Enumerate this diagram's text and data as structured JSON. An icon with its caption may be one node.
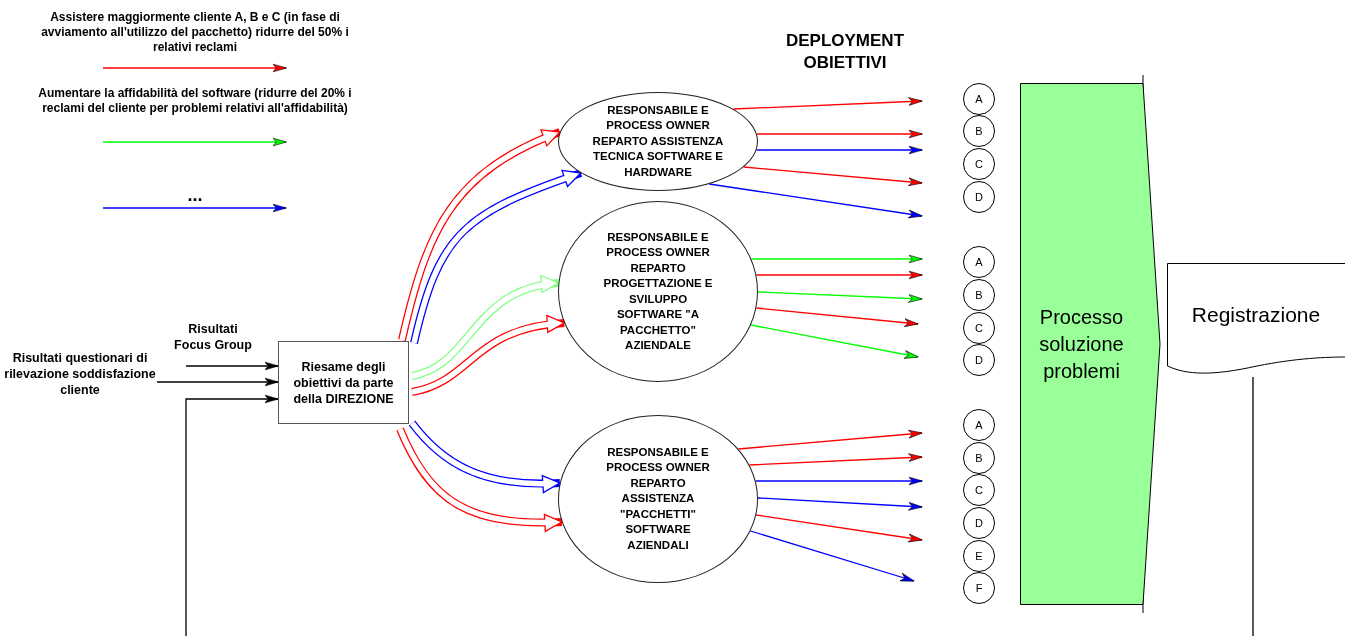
{
  "diagram": {
    "nodes": [
      {
        "text": [
          "Riesame degli obiettivi da parte della DIREZIONE"
        ]
      },
      {
        "text": [
          "RESPONSABILE E PROCESS OWNER REPARTO ASSISTENZA TECNICA SOFTWARE E HARDWARE"
        ]
      },
      {
        "text": [
          "RESPONSABILE E PROCESS OWNER REPARTO PROGETTAZIONE E SVILUPPO SOFTWARE \"A PACCHETTO\" AZIENDALE"
        ]
      },
      {
        "text": [
          "RESPONSABILE E PROCESS OWNER REPARTO ASSISTENZA \"PACCHETTI\" SOFTWARE AZIENDALI"
        ]
      },
      {
        "text": [
          "A"
        ]
      },
      {
        "text": [
          "B"
        ]
      },
      {
        "text": [
          "C"
        ]
      },
      {
        "text": [
          "D"
        ]
      },
      {
        "text": [
          "A"
        ]
      },
      {
        "text": [
          "B"
        ]
      },
      {
        "text": [
          "C"
        ]
      },
      {
        "text": [
          "D"
        ]
      },
      {
        "text": [
          "A"
        ]
      },
      {
        "text": [
          "B"
        ]
      },
      {
        "text": [
          "C"
        ]
      },
      {
        "text": [
          "D"
        ]
      },
      {
        "text": [
          "E"
        ]
      },
      {
        "text": [
          "F"
        ]
      },
      {
        "text": [
          "Processo soluzione problemi"
        ]
      },
      {
        "text": [
          "Registrazione"
        ]
      },
      {
        "text": [
          "Risultati Focus Group"
        ]
      },
      {
        "text": [
          "Risultati questionari di rilevazione soddisfazione cliente"
        ]
      }
    ],
    "edges": [
      {
        "from": 20,
        "to": 0,
        "arrow": "to",
        "color": "#000000"
      },
      {
        "from": 21,
        "to": 0,
        "arrow": "to",
        "color": "#000000"
      },
      {
        "from": null,
        "to": 0,
        "arrow": "to",
        "color": "#000000"
      },
      {
        "from": 0,
        "to": 1,
        "arrow": "to",
        "style": "thick",
        "color": "#ff0000"
      },
      {
        "from": 0,
        "to": 1,
        "arrow": "to",
        "style": "thick",
        "color": "#0000ff"
      },
      {
        "from": 0,
        "to": 2,
        "arrow": "to",
        "style": "thick",
        "color": "#80ff80"
      },
      {
        "from": 0,
        "to": 2,
        "arrow": "to",
        "style": "thick",
        "color": "#ff0000"
      },
      {
        "from": 0,
        "to": 3,
        "arrow": "to",
        "style": "thick",
        "color": "#0000ff"
      },
      {
        "from": 0,
        "to": 3,
        "arrow": "to",
        "style": "thick",
        "color": "#ff0000"
      },
      {
        "from": 1,
        "to": null,
        "arrow": "to",
        "color": "#ff0000"
      },
      {
        "from": 1,
        "to": null,
        "arrow": "to",
        "color": "#ff0000"
      },
      {
        "from": 1,
        "to": null,
        "arrow": "to",
        "color": "#0000ff"
      },
      {
        "from": 1,
        "to": null,
        "arrow": "to",
        "color": "#ff0000"
      },
      {
        "from": 1,
        "to": null,
        "arrow": "to",
        "color": "#0000ff"
      },
      {
        "from": 2,
        "to": null,
        "arrow": "to",
        "color": "#00ff00"
      },
      {
        "from": 2,
        "to": null,
        "arrow": "to",
        "color": "#ff0000"
      },
      {
        "from": 2,
        "to": null,
        "arrow": "to",
        "color": "#00ff00"
      },
      {
        "from": 2,
        "to": null,
        "arrow": "to",
        "color": "#ff0000"
      },
      {
        "from": 2,
        "to": null,
        "arrow": "to",
        "color": "#00ff00"
      },
      {
        "from": 3,
        "to": null,
        "arrow": "to",
        "color": "#ff0000"
      },
      {
        "from": 3,
        "to": null,
        "arrow": "to",
        "color": "#ff0000"
      },
      {
        "from": 3,
        "to": null,
        "arrow": "to",
        "color": "#0000ff"
      },
      {
        "from": 3,
        "to": null,
        "arrow": "to",
        "color": "#0000ff"
      },
      {
        "from": 3,
        "to": null,
        "arrow": "to",
        "color": "#ff0000"
      },
      {
        "from": 3,
        "to": null,
        "arrow": "to",
        "color": "#0000ff"
      },
      {
        "from": 19,
        "to": null,
        "arrow": "none",
        "color": "#000000"
      }
    ],
    "labels": [
      "DEPLOYMENT OBIETTIVI"
    ],
    "legend": [
      {
        "text": "Assistere maggiormente cliente A, B e C (in fase di avviamento all'utilizzo del pacchetto) ridurre del 50% i relativi reclami"
      },
      {
        "text": "Aumentare la affidabilità del software (ridurre del 20% i reclami del cliente per problemi relativi all'affidabilità)"
      },
      {
        "text": "..."
      }
    ]
  }
}
